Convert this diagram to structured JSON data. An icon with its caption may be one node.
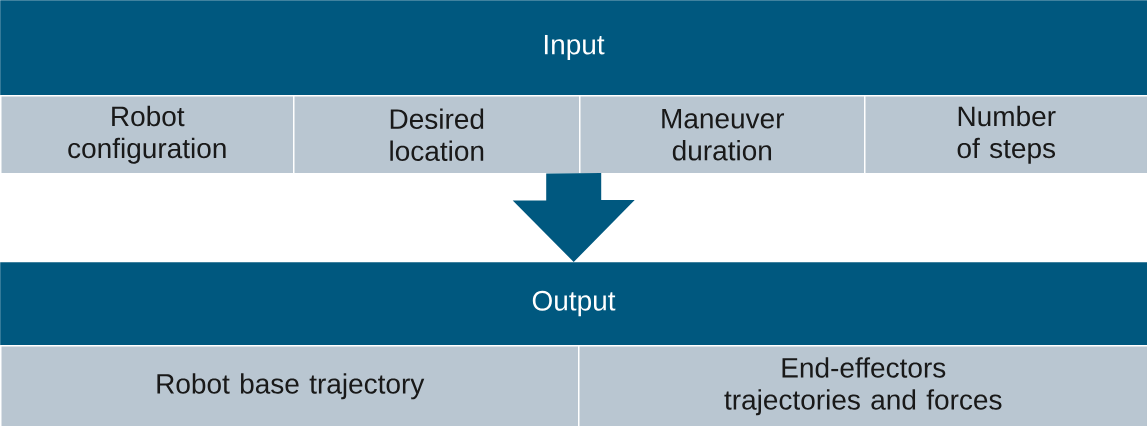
{
  "diagram": {
    "nodes": [
      {
        "text": [
          "Input"
        ]
      },
      {
        "text": [
          "Robot configuration"
        ],
        "in": 0
      },
      {
        "text": [
          "Desired location"
        ],
        "in": 0
      },
      {
        "text": [
          "Maneuver duration"
        ],
        "in": 0
      },
      {
        "text": [
          "Number of steps"
        ],
        "in": 0
      },
      {
        "text": [
          "Output"
        ]
      },
      {
        "text": [
          "Robot base trajectory"
        ],
        "in": 5
      },
      {
        "text": [
          "End-effectors trajectories and forces"
        ],
        "in": 5
      }
    ],
    "edges": [
      {
        "from": 0,
        "to": 5,
        "arrow": "to",
        "style": "thick"
      }
    ]
  }
}
